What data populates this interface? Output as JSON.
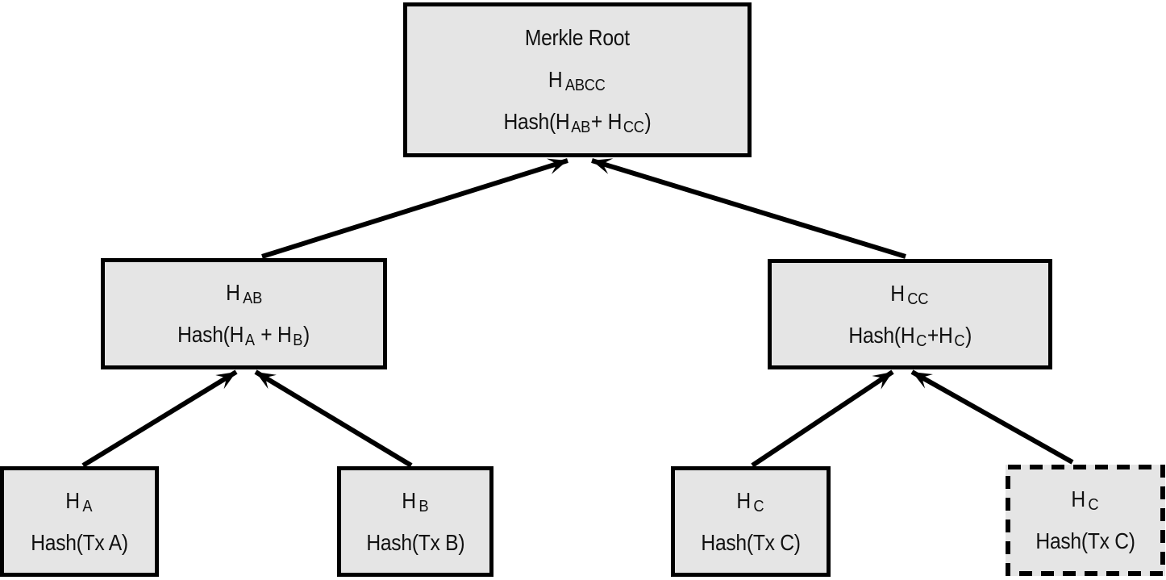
{
  "diagram": {
    "type": "merkle-tree",
    "colors": {
      "box_fill": "#e5e5e5",
      "stroke": "#000000",
      "text": "#111111",
      "background": "#ffffff"
    },
    "nodes": {
      "root": {
        "lines": [
          [
            {
              "t": "Merkle Root"
            }
          ],
          [
            {
              "t": "H"
            },
            {
              "t": "ABCC",
              "sub": true
            }
          ],
          [
            {
              "t": "Hash(H"
            },
            {
              "t": "AB",
              "sub": true
            },
            {
              "t": "+ H"
            },
            {
              "t": "CC",
              "sub": true
            },
            {
              "t": ")"
            }
          ]
        ],
        "border": "solid"
      },
      "hab": {
        "lines": [
          [
            {
              "t": "H"
            },
            {
              "t": "AB",
              "sub": true
            }
          ],
          [
            {
              "t": "Hash(H"
            },
            {
              "t": "A",
              "sub": true
            },
            {
              "t": " + H"
            },
            {
              "t": "B",
              "sub": true
            },
            {
              "t": ")"
            }
          ]
        ],
        "border": "solid"
      },
      "hcc": {
        "lines": [
          [
            {
              "t": "H"
            },
            {
              "t": "CC",
              "sub": true
            }
          ],
          [
            {
              "t": "Hash(H"
            },
            {
              "t": "C",
              "sub": true
            },
            {
              "t": "+H"
            },
            {
              "t": "C",
              "sub": true
            },
            {
              "t": ")"
            }
          ]
        ],
        "border": "solid"
      },
      "ha": {
        "lines": [
          [
            {
              "t": "H"
            },
            {
              "t": "A",
              "sub": true
            }
          ],
          [
            {
              "t": "Hash(Tx A)"
            }
          ]
        ],
        "border": "solid"
      },
      "hb": {
        "lines": [
          [
            {
              "t": "H"
            },
            {
              "t": "B",
              "sub": true
            }
          ],
          [
            {
              "t": "Hash(Tx B)"
            }
          ]
        ],
        "border": "solid"
      },
      "hc": {
        "lines": [
          [
            {
              "t": "H"
            },
            {
              "t": "C",
              "sub": true
            }
          ],
          [
            {
              "t": "Hash(Tx C)"
            }
          ]
        ],
        "border": "solid"
      },
      "hc_dup": {
        "lines": [
          [
            {
              "t": "H"
            },
            {
              "t": "C",
              "sub": true
            }
          ],
          [
            {
              "t": "Hash(Tx C)"
            }
          ]
        ],
        "border": "dashed"
      }
    },
    "edges": [
      {
        "from": "ha",
        "to": "hab"
      },
      {
        "from": "hb",
        "to": "hab"
      },
      {
        "from": "hc",
        "to": "hcc"
      },
      {
        "from": "hc_dup",
        "to": "hcc"
      },
      {
        "from": "hab",
        "to": "root"
      },
      {
        "from": "hcc",
        "to": "root"
      }
    ]
  }
}
